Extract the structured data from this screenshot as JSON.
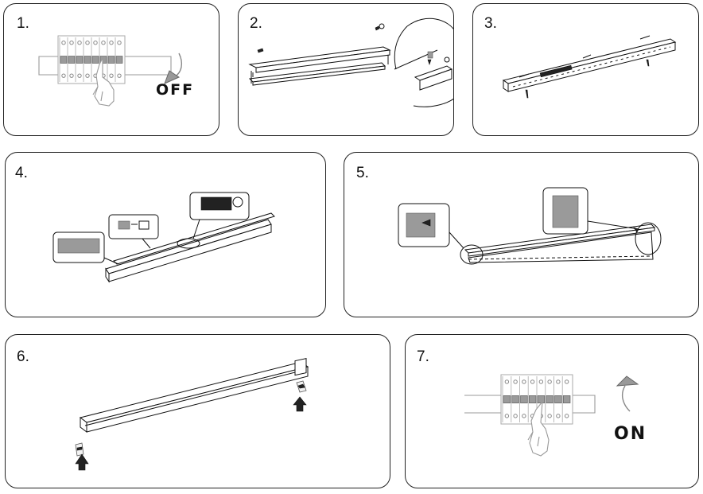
{
  "steps": [
    {
      "number": "1.",
      "state": "OFF"
    },
    {
      "number": "2."
    },
    {
      "number": "3."
    },
    {
      "number": "4."
    },
    {
      "number": "5."
    },
    {
      "number": "6."
    },
    {
      "number": "7.",
      "state": "ON"
    }
  ],
  "icons": {
    "breaker": "circuit-breaker-icon",
    "hand": "hand-switch-icon",
    "rotate_arrow": "rotate-arrow-icon",
    "push_arrow": "push-arrow-icon"
  }
}
